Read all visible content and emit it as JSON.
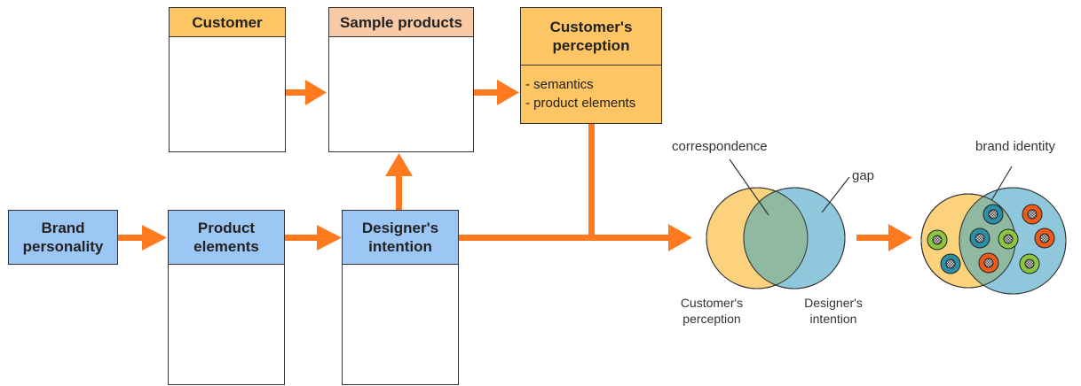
{
  "boxes": {
    "customer": {
      "title": "Customer"
    },
    "sample_products": {
      "title": "Sample products"
    },
    "customers_perception": {
      "title_line1": "Customer's",
      "title_line2": "perception",
      "items": [
        "- semantics",
        "- product elements"
      ]
    },
    "brand_personality": {
      "title_line1": "Brand",
      "title_line2": "personality"
    },
    "product_elements": {
      "title_line1": "Product",
      "title_line2": "elements"
    },
    "designers_intention": {
      "title_line1": "Designer's",
      "title_line2": "intention"
    }
  },
  "venn": {
    "correspondence_label": "correspondence",
    "gap_label": "gap",
    "left_label_line1": "Customer's",
    "left_label_line2": "perception",
    "right_label_line1": "Designer's",
    "right_label_line2": "intention",
    "brand_identity_label": "brand identity"
  },
  "colors": {
    "arrow": "#ff7a1e",
    "header_blue": "#9cc7f4",
    "header_orange": "#fdc564",
    "header_peach": "#f9caa6",
    "venn_yellow": "#fcd27c",
    "venn_blue": "#8fc7dd",
    "venn_overlap": "#8fb9a0",
    "dot_orange": "#ee5a1a",
    "dot_teal": "#2d8fa5",
    "dot_green": "#8cc63f"
  },
  "element_grid": [
    [
      "orange",
      "teal",
      "green"
    ],
    [
      "orange",
      "teal",
      "green"
    ],
    [
      "orange",
      "teal",
      "green"
    ]
  ]
}
